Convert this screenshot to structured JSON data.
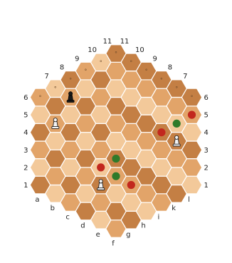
{
  "board": {
    "file_letters": [
      "a",
      "b",
      "c",
      "d",
      "e",
      "f",
      "g",
      "h",
      "i",
      "k",
      "l"
    ],
    "left_rank_numbers": [
      "1",
      "2",
      "3",
      "4",
      "5",
      "6",
      "7",
      "8",
      "9",
      "10",
      "11"
    ],
    "right_rank_numbers": [
      "1",
      "2",
      "3",
      "4",
      "5",
      "6",
      "7",
      "8",
      "9",
      "10",
      "11"
    ],
    "rank_mark_glyph": "°",
    "colors": {
      "light": "#f3c99a",
      "medium": "#e2a469",
      "dark": "#c47f44",
      "dot_red": "#c2281e",
      "dot_green": "#2f7a2a"
    }
  },
  "pieces": [
    {
      "type": "pawn",
      "color": "black",
      "file": "c",
      "rank": 7
    },
    {
      "type": "pawn",
      "color": "white",
      "file": "b",
      "rank": 5
    },
    {
      "type": "pawn",
      "color": "white",
      "file": "e",
      "rank": 3
    },
    {
      "type": "pawn",
      "color": "white",
      "file": "k",
      "rank": 4
    }
  ],
  "markers": [
    {
      "color": "green",
      "file": "f",
      "rank": 5
    },
    {
      "color": "green",
      "file": "f",
      "rank": 4
    },
    {
      "color": "green",
      "file": "k",
      "rank": 5
    },
    {
      "color": "red",
      "file": "e",
      "rank": 4
    },
    {
      "color": "red",
      "file": "g",
      "rank": 3
    },
    {
      "color": "red",
      "file": "i",
      "rank": 5
    },
    {
      "color": "red",
      "file": "l",
      "rank": 5
    }
  ]
}
